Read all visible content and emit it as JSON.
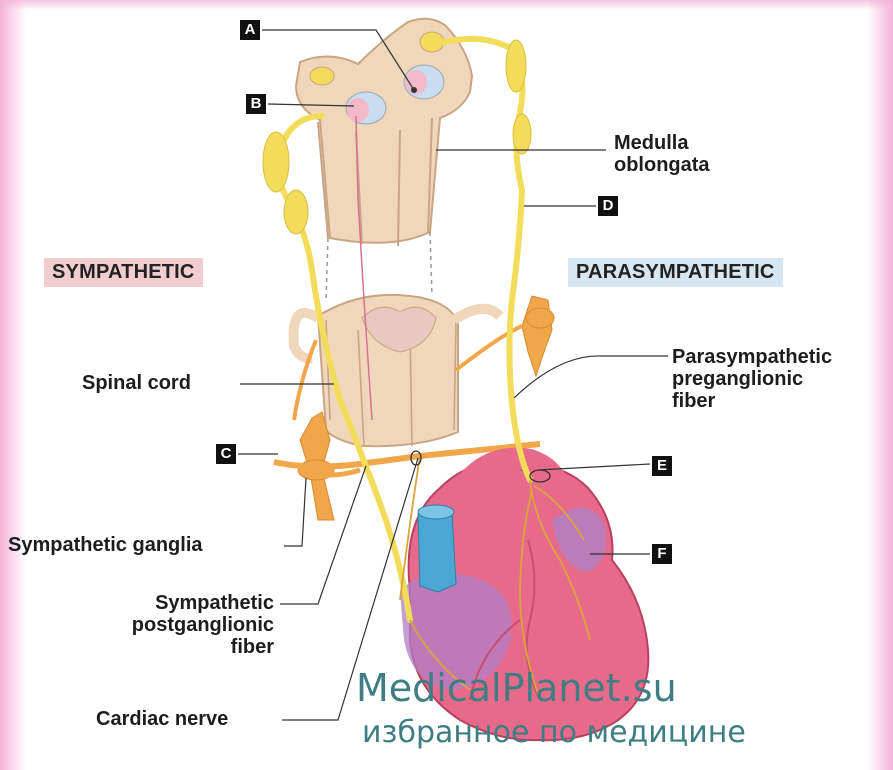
{
  "sections": {
    "sympathetic": "SYMPATHETIC",
    "parasympathetic": "PARASYMPATHETIC"
  },
  "labels": {
    "medulla_line1": "Medulla",
    "medulla_line2": "oblongata",
    "spinal_cord": "Spinal cord",
    "para_pre_line1": "Parasympathetic",
    "para_pre_line2": "preganglionic",
    "para_pre_line3": "fiber",
    "symp_ganglia": "Sympathetic ganglia",
    "symp_post_line1": "Sympathetic",
    "symp_post_line2": "postganglionic",
    "symp_post_line3": "fiber",
    "cardiac_nerve": "Cardiac nerve"
  },
  "letters": {
    "a": "A",
    "b": "B",
    "c": "C",
    "d": "D",
    "e": "E",
    "f": "F"
  },
  "watermark": {
    "main": "MedicalPlanet.su",
    "sub": "избранное по медицине"
  },
  "colors": {
    "nerve_yellow": "#f2dc5a",
    "sympathetic_orange": "#f2a64a",
    "tissue_tan": "#f0d7bb",
    "heart_pink": "#e86a8a",
    "vessel_blue": "#4aa7d4",
    "watermark_teal": "#3e7e83"
  }
}
